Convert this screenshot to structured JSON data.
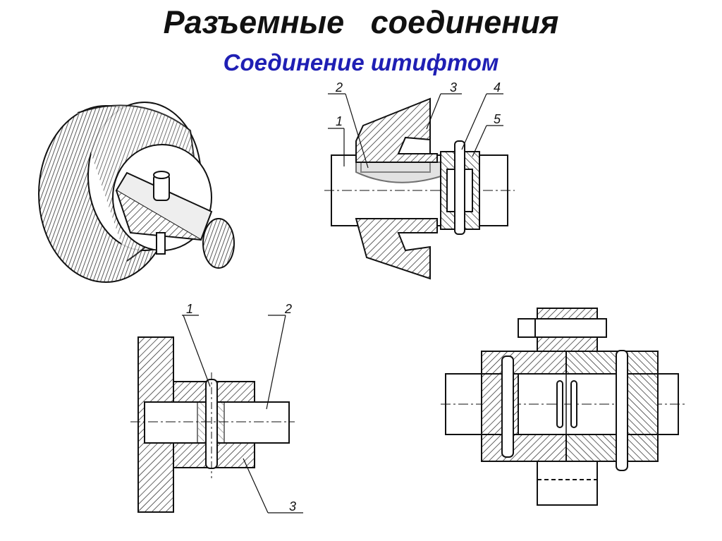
{
  "header": {
    "title": "Разъемные   соединения",
    "subtitle": "Соединение штифтом"
  },
  "labels": {
    "cone_gear": [
      "1",
      "2",
      "3",
      "4",
      "5"
    ],
    "flange": [
      "1",
      "2",
      "3"
    ]
  },
  "colors": {
    "title": "#111111",
    "subtitle": "#1f1fb4",
    "ink": "#111111",
    "hatch_fill": "#c9c9c9"
  }
}
